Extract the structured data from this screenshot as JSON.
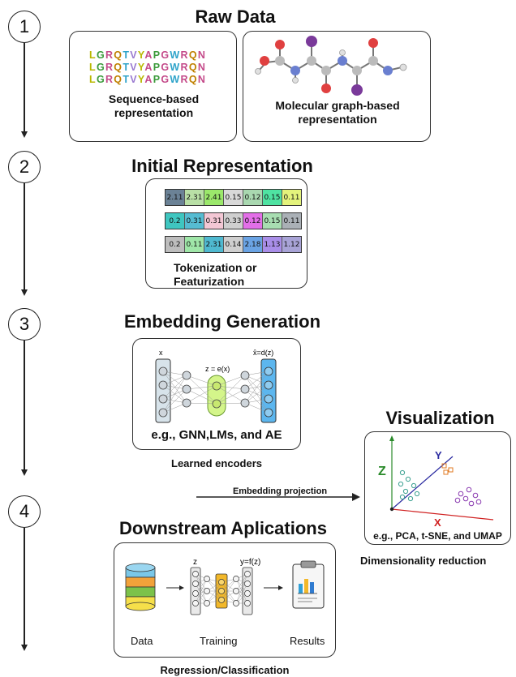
{
  "stages": {
    "s1": {
      "number": "1",
      "title": "Raw Data"
    },
    "s2": {
      "number": "2",
      "title": "Initial Representation"
    },
    "s3": {
      "number": "3",
      "title": "Embedding Generation"
    },
    "s4": {
      "number": "4",
      "title": "Downstream Aplications"
    }
  },
  "raw_data": {
    "sequence_lines": [
      "LGRQTVYAPGWRQN",
      "LGRQTVYAPGWRQN",
      "LGRQTVYAPGWRQN"
    ],
    "sequence_colors": [
      "#b8b800",
      "#3a9a3a",
      "#c44a8a",
      "#c08000",
      "#2ea3c9",
      "#9a7ad0",
      "#b8b800",
      "#c44a8a",
      "#3a9a3a",
      "#c44a8a",
      "#2ea3c9",
      "#c44a8a",
      "#c08000",
      "#c44a8a"
    ],
    "sequence_caption": "Sequence-based representation",
    "graph_caption": "Molecular graph-based representation"
  },
  "initial_rep": {
    "rows": [
      {
        "values": [
          "2.11",
          "2.31",
          "2.41",
          "0.15",
          "0.12",
          "0.15",
          "0.11"
        ],
        "colors": [
          "#6b8296",
          "#b9e0a6",
          "#9be86b",
          "#d9d9d9",
          "#a9d8b0",
          "#4fe3a2",
          "#e4f37c"
        ]
      },
      {
        "values": [
          "0.2",
          "0.31",
          "0.31",
          "0.33",
          "0.12",
          "0.15",
          "0.11"
        ],
        "colors": [
          "#3fc6c0",
          "#56bcd2",
          "#f3c7d4",
          "#cfcfcf",
          "#e36fe8",
          "#a8ddb1",
          "#aab0b6"
        ]
      },
      {
        "values": [
          "0.2",
          "0.11",
          "2.31",
          "0.14",
          "2.18",
          "1.13",
          "1.12"
        ],
        "colors": [
          "#bdbdbd",
          "#9fe6a8",
          "#4fb9d0",
          "#cfcfcf",
          "#6aa3e4",
          "#a98ee8",
          "#a8a3d6"
        ]
      }
    ],
    "caption": "Tokenization or Featurization"
  },
  "embedding": {
    "x_label": "x",
    "z_label": "z = e(x)",
    "xhat_label": "x̂=d(z)",
    "box_caption": "e.g., GNN,LMs, and AE",
    "caption": "Learned encoders"
  },
  "projection": {
    "label": "Embedding projection"
  },
  "visualization": {
    "title": "Visualization",
    "axis_z": "Z",
    "axis_y": "Y",
    "axis_x": "X",
    "box_caption": "e.g., PCA, t-SNE, and UMAP",
    "caption": "Dimensionality reduction",
    "colors": {
      "z": "#2a8a2a",
      "y": "#2a2aa0",
      "x": "#d02020"
    }
  },
  "downstream": {
    "z_label": "z",
    "y_label": "y=f(z)",
    "data_label": "Data",
    "training_label": "Training",
    "results_label": "Results",
    "caption": "Regression/Classification"
  }
}
